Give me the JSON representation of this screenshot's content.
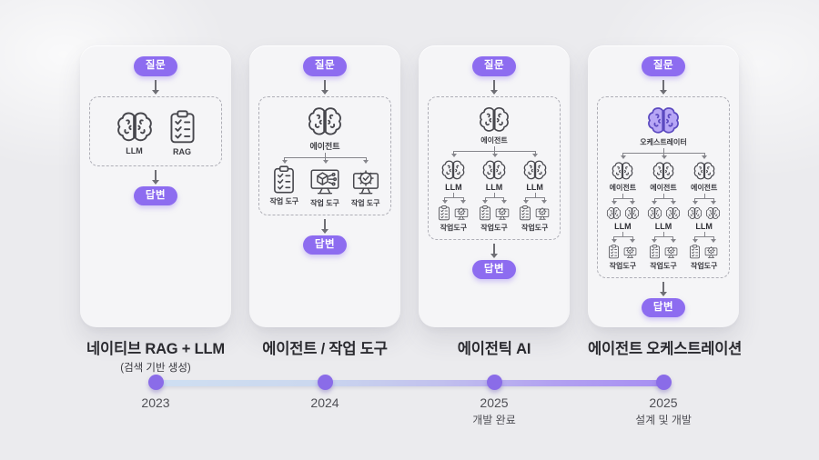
{
  "labels": {
    "question": "질문",
    "answer": "답변",
    "llm": "LLM",
    "rag": "RAG",
    "agent": "에이전트",
    "orchestrator": "오케스트레이터",
    "tool": "작업 도구",
    "tool_compact": "작업도구"
  },
  "cards": [
    {
      "title": "네이티브 RAG + LLM",
      "subtitle": "(검색 기반 생성)",
      "year": "2023",
      "year_note": ""
    },
    {
      "title": "에이전트 / 작업 도구",
      "subtitle": "",
      "year": "2024",
      "year_note": ""
    },
    {
      "title": "에이전틱 AI",
      "subtitle": "",
      "year": "2025",
      "year_note": "개발 완료"
    },
    {
      "title": "에이전트 오케스트레이션",
      "subtitle": "",
      "year": "2025",
      "year_note": "설계 및 개발"
    }
  ],
  "icons": {
    "brain": "brain-icon",
    "clipboard": "clipboard-checklist-icon",
    "monitor_cube": "monitor-3d-cube-icon",
    "monitor_gear": "monitor-gear-icon"
  },
  "colors": {
    "background": "#ebebee",
    "card": "#f5f5f7",
    "accent_purple": "#8d6cf0",
    "timeline_gradient_start": "#cfdff2",
    "timeline_gradient_end": "#a78ff2",
    "timeline_dot": "#8a6ce8",
    "orchestrator_brain_fill": "#b7a6f6",
    "orchestrator_brain_stroke": "#5b49c0",
    "icon_stroke": "#47474d"
  }
}
